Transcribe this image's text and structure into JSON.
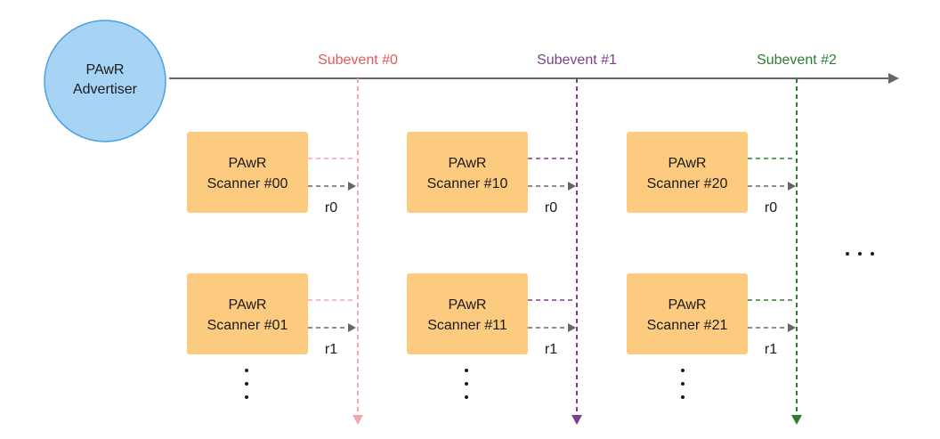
{
  "advertiser": {
    "line1": "PAwR",
    "line2": "Advertiser"
  },
  "subevents": [
    {
      "label": "Subevent #0",
      "color": "#f4a7a7",
      "text_color": "#e05a5a"
    },
    {
      "label": "Subevent #1",
      "color": "#7b3f8c",
      "text_color": "#7b3f8c"
    },
    {
      "label": "Subevent #2",
      "color": "#2e7d32",
      "text_color": "#2e7d32"
    }
  ],
  "scanners": [
    [
      {
        "line1": "PAwR",
        "line2": "Scanner #00",
        "response": "r0"
      },
      {
        "line1": "PAwR",
        "line2": "Scanner #01",
        "response": "r1"
      }
    ],
    [
      {
        "line1": "PAwR",
        "line2": "Scanner #10",
        "response": "r0"
      },
      {
        "line1": "PAwR",
        "line2": "Scanner #11",
        "response": "r1"
      }
    ],
    [
      {
        "line1": "PAwR",
        "line2": "Scanner #20",
        "response": "r0"
      },
      {
        "line1": "PAwR",
        "line2": "Scanner #21",
        "response": "r1"
      }
    ]
  ],
  "colors": {
    "advertiser_fill": "#a7d4f5",
    "advertiser_stroke": "#4a9fe0",
    "scanner_fill": "#fccb80",
    "timeline": "#666666",
    "response_arrow": "#666666"
  }
}
